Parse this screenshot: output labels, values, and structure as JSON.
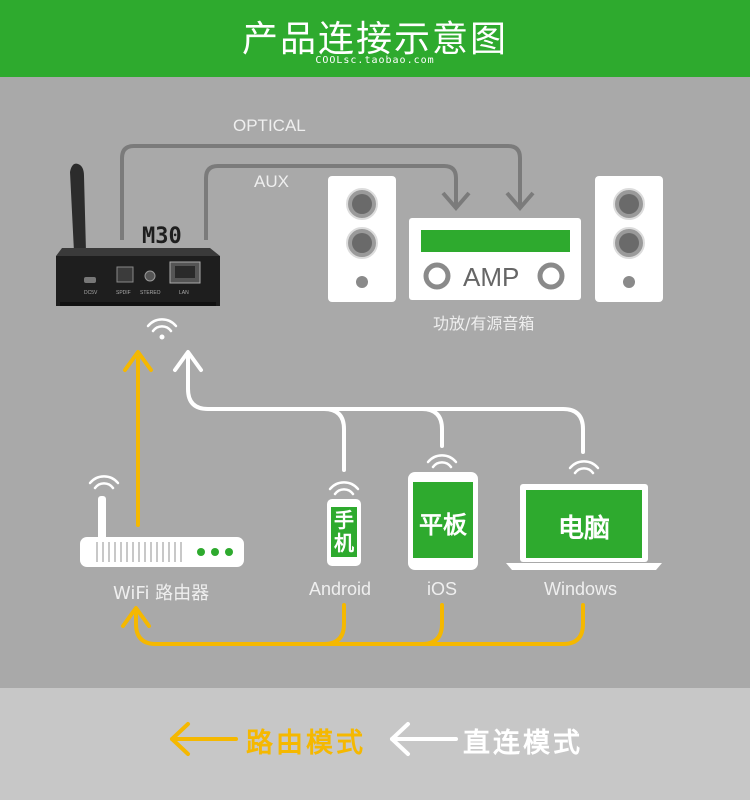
{
  "header": {
    "title": "产品连接示意图",
    "subtitle": "COOLsc.taobao.com"
  },
  "device": {
    "model": "M30",
    "ports": [
      "DC5V",
      "SPDIF",
      "STEREO",
      "LAN"
    ]
  },
  "connections": {
    "optical": "OPTICAL",
    "aux": "AUX"
  },
  "amp": {
    "label": "AMP",
    "caption": "功放/有源音箱"
  },
  "clients": {
    "router": "WiFi 路由器",
    "android": {
      "screen": [
        "手",
        "机"
      ],
      "caption": "Android"
    },
    "ios": {
      "screen": "平板",
      "caption": "iOS"
    },
    "windows": {
      "screen": "电脑",
      "caption": "Windows"
    }
  },
  "legend": {
    "router_mode": "路由模式",
    "direct_mode": "直连模式"
  },
  "colors": {
    "green": "#2eaa2e",
    "router_arrow": "#f5b800",
    "direct_arrow": "#ffffff"
  }
}
